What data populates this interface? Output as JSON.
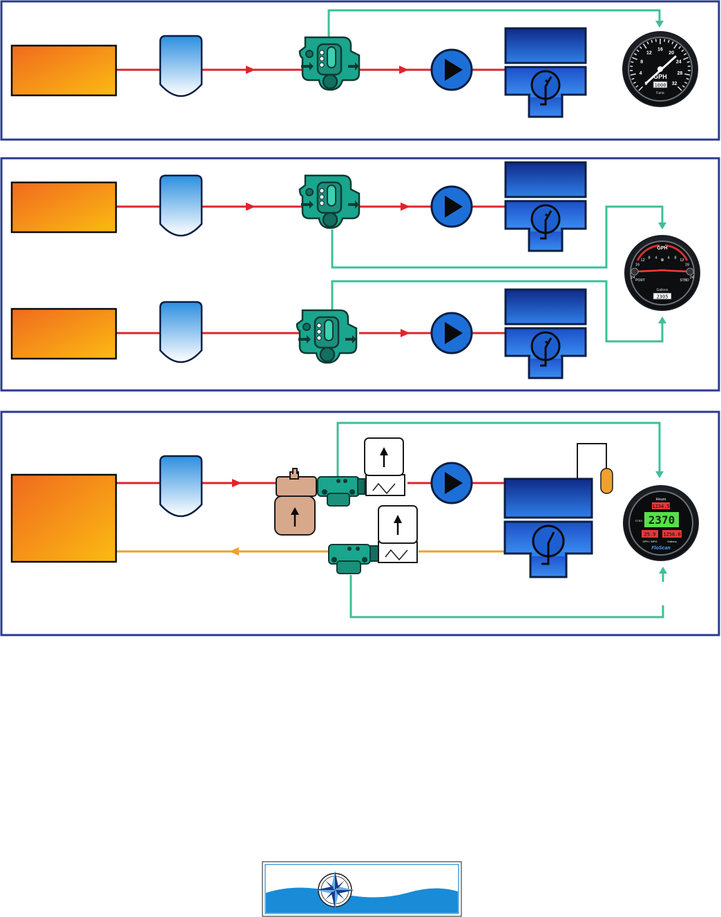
{
  "diagram": {
    "gauge_analog": {
      "ticks": [
        "0",
        "4",
        "8",
        "12",
        "16",
        "20",
        "24",
        "28",
        "32"
      ],
      "unit": "GPH",
      "odometer": "1000",
      "brand": "Faria"
    },
    "gauge_twin": {
      "unit": "GPH",
      "left_scale": [
        "24",
        "20",
        "16",
        "12",
        "8",
        "4",
        "0"
      ],
      "right_scale": [
        "24",
        "20",
        "16",
        "12",
        "8",
        "4",
        "0"
      ],
      "port_label": "PORT",
      "stbd_label": "STBD",
      "brand": "Gallons",
      "odometer": "2305"
    },
    "gauge_digital": {
      "top_label": "Hours",
      "top_value": "1234.5",
      "main_value": "2370",
      "left_value": "25.9",
      "right_value": "1256.0",
      "side_label": "STBD",
      "bottom_labels": [
        "GPH / MPG",
        "Gallons"
      ],
      "brand": "FloScan"
    },
    "colors": {
      "frame": "#2b3a8f",
      "fuel_line": "#e0242c",
      "return_line": "#f0a02c",
      "signal_line": "#3dbf9a",
      "meter_teal": "#1aa58e",
      "pump_blue": "#1d6fd8",
      "engine_blue": "#1e50c0"
    }
  }
}
